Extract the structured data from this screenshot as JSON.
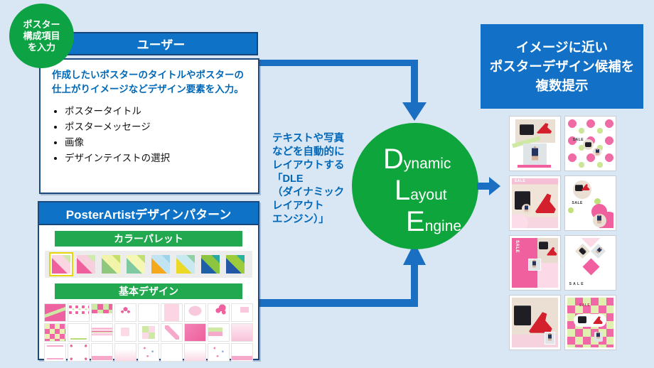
{
  "colors": {
    "page_bg": "#d9e6f3",
    "panel_border": "#1c4a7e",
    "header_blue": "#0e72c6",
    "arrow_blue": "#1b6fc2",
    "engine_green": "#0ea53c",
    "band_green": "#22a84e",
    "text_blue": "#0068b7",
    "accent_pink": "#f0609e",
    "accent_light_green": "#cde9a4"
  },
  "badge": {
    "lines": [
      "ポスター",
      "構成項目",
      "を入力"
    ]
  },
  "user_box": {
    "header": "ユーザー",
    "intro_lines": [
      "作成したいポスターのタイトルやポスターの",
      "仕上がりイメージなどデザイン要素を入力。"
    ],
    "bullets": [
      "ポスタータイトル",
      "ポスターメッセージ",
      "画像",
      "デザインテイストの選択"
    ]
  },
  "pattern_box": {
    "header": "PosterArtistデザインパターン",
    "palette_header": "カラーパレット",
    "design_header": "基本デザイン",
    "swatches": [
      {
        "base": "#f9d6e2",
        "tri_top": "#cde9a9",
        "tri_bottom": "#ef609d",
        "selected": true
      },
      {
        "base": "#f8cfdd",
        "tri_top": "#cdebaa",
        "tri_bottom": "#ee5f9b",
        "selected": false
      },
      {
        "base": "#f2f5a9",
        "tri_top": "#c4e06a",
        "tri_bottom": "#8fc87d",
        "selected": false
      },
      {
        "base": "#f5f7b4",
        "tri_top": "#bfe070",
        "tri_bottom": "#7fc9a2",
        "selected": false
      },
      {
        "base": "#c2e4f2",
        "tri_top": "#9ed3ea",
        "tri_bottom": "#f5a81d",
        "selected": false
      },
      {
        "base": "#c8e9f0",
        "tri_top": "#8fd0a5",
        "tri_bottom": "#ecd829",
        "selected": false
      },
      {
        "base": "#8cc53f",
        "tri_top": "#2aa8a0",
        "tri_bottom": "#1f5fa8",
        "selected": false
      },
      {
        "base": "#9ccb3b",
        "tri_top": "#27b39b",
        "tri_bottom": "#2458a6",
        "selected": false
      }
    ],
    "thumbnails": [
      "stripe-diag",
      "dots-grid",
      "mosaic",
      "diamond-cluster",
      "plain",
      "v-band",
      "rounded-rect",
      "circle-cluster",
      "small-rect",
      "checker",
      "line-bottom",
      "h-stripes",
      "small-square",
      "quadrants",
      "tilted-square",
      "solid-pink",
      "side-bands",
      "pink-gradient",
      "lines-tb",
      "corner-dots",
      "band-bottom",
      "faint-text",
      "specks",
      "plain",
      "faint-text",
      "specks",
      "band-bottom"
    ]
  },
  "dle": {
    "caption_lines": [
      "テキストや写真",
      "などを自動的に",
      "レイアウトする",
      "「DLE",
      "（ダイナミック",
      "レイアウト",
      "エンジン）」"
    ],
    "words": [
      {
        "cap": "D",
        "rest": "ynamic"
      },
      {
        "cap": "L",
        "rest": "ayout"
      },
      {
        "cap": "E",
        "rest": "ngine"
      }
    ]
  },
  "output_box": {
    "lines": [
      "イメージに近い",
      "ポスターデザイン候補を",
      "複数提示"
    ]
  },
  "posters": {
    "sale": "SALE",
    "sale_spaced": "S A L E",
    "items": [
      "photo-collage",
      "polka-dots",
      "pink-photo",
      "circle-layout",
      "split-pink",
      "diamond-layout",
      "full-photo",
      "checkerboard"
    ]
  }
}
